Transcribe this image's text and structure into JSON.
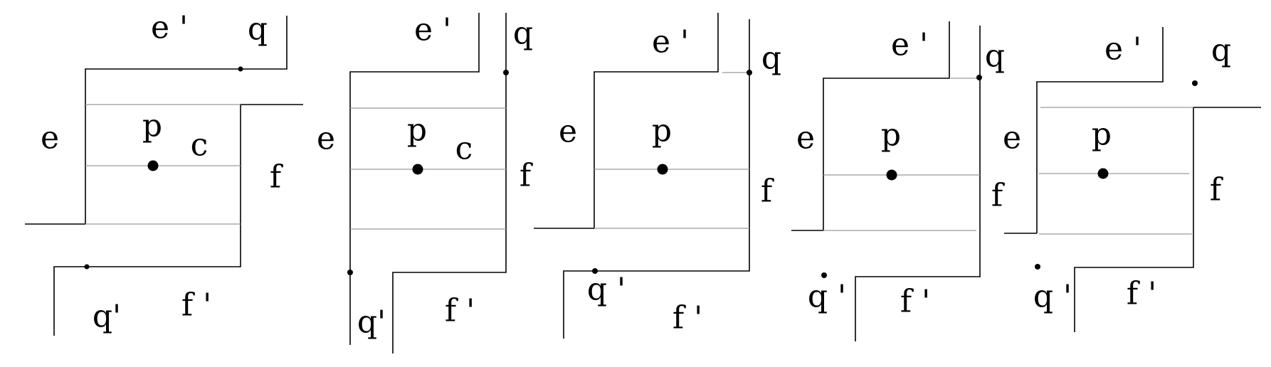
{
  "colors": {
    "boundary": "#000000",
    "inner_line": "#9a9a9a",
    "point": "#000000",
    "background": "#ffffff"
  },
  "panels": [
    {
      "labels": {
        "e": "e",
        "e_prime": "e '",
        "q": "q",
        "p": "p",
        "c": "c",
        "f": "f",
        "f_prime": "f '",
        "q_prime": "q'"
      }
    },
    {
      "labels": {
        "e": "e",
        "e_prime": "e '",
        "q": "q",
        "p": "p",
        "c": "c",
        "f": "f",
        "f_prime": "f '",
        "q_prime": "q'"
      }
    },
    {
      "labels": {
        "e": "e",
        "e_prime": "e '",
        "q": "q",
        "p": "p",
        "f": "f",
        "f_prime": "f '",
        "q_prime": "q '"
      }
    },
    {
      "labels": {
        "e": "e",
        "e_prime": "e '",
        "q": "q",
        "p": "p",
        "f": "f",
        "f_prime": "f '",
        "q_prime": "q '"
      }
    },
    {
      "labels": {
        "e": "e",
        "e_prime": "e '",
        "q": "q",
        "p": "p",
        "f": "f",
        "f_prime": "f '",
        "q_prime": "q '"
      }
    }
  ]
}
